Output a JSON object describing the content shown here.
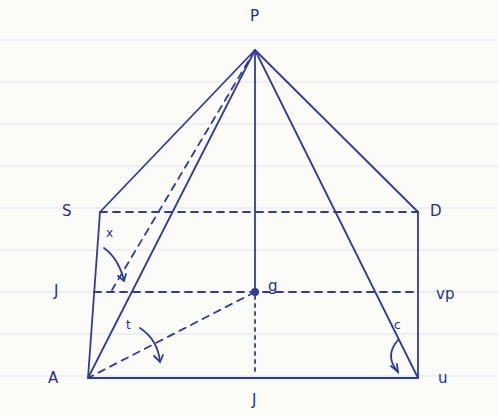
{
  "diagram": {
    "labels": [
      "P",
      "S",
      "D",
      "J",
      "g",
      "vp",
      "A",
      "u",
      "J",
      "x",
      "t",
      "c"
    ]
  }
}
